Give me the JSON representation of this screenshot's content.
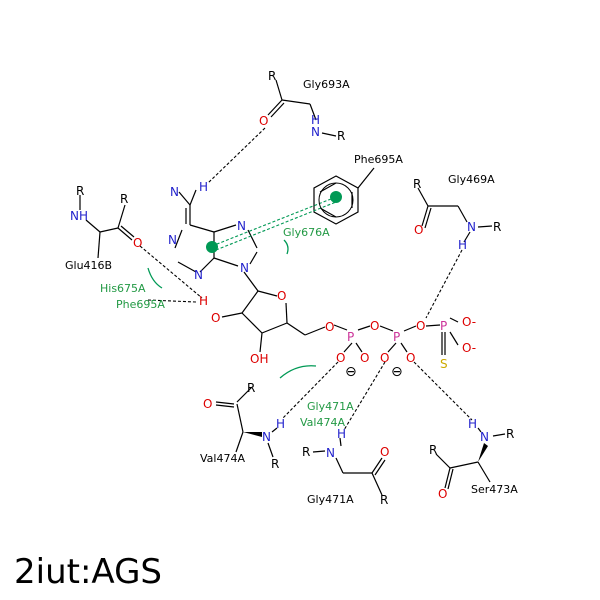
{
  "title": "2iut:AGS",
  "colors": {
    "nitrogen": "#2222cc",
    "oxygen": "#dd0000",
    "phosphorus": "#cc3399",
    "sulfur": "#ccaa00",
    "hydrophobic": "#009955"
  },
  "residues": {
    "gly693a": "Gly693A",
    "phe695a_top": "Phe695A",
    "gly469a": "Gly469A",
    "glu416b": "Glu416B",
    "his675a": "His675A",
    "phe695a_hyd": "Phe695A",
    "gly676a": "Gly676A",
    "gly471a_hyd": "Gly471A",
    "val474a_hyd": "Val474A",
    "val474a": "Val474A",
    "gly471a": "Gly471A",
    "ser473a": "Ser473A"
  },
  "atoms": {
    "r": "R",
    "o": "O",
    "n": "N",
    "h": "H",
    "p": "P",
    "s": "S",
    "nh": "NH",
    "oh": "OH",
    "o_minus": "O-",
    "charge_neg": "⊖"
  }
}
